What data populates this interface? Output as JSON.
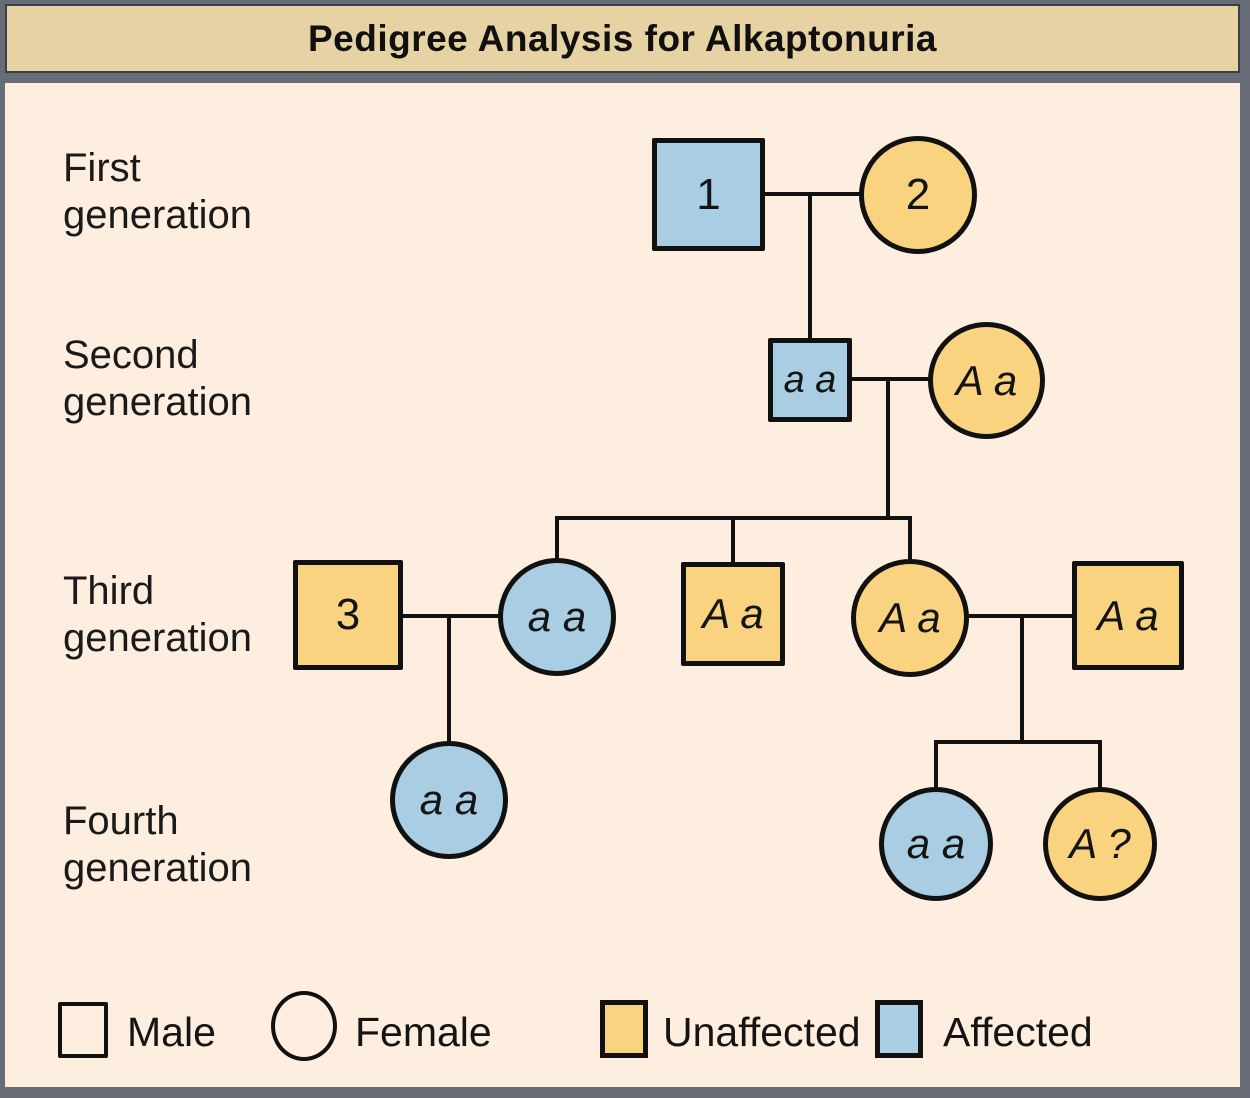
{
  "title": "Pedigree Analysis for Alkaptonuria",
  "generation_labels": [
    "First generation",
    "Second generation",
    "Third generation",
    "Fourth generation"
  ],
  "individuals": [
    {
      "id": "I-1",
      "label": "1",
      "sex": "male",
      "status": "affected"
    },
    {
      "id": "I-2",
      "label": "2",
      "sex": "female",
      "status": "unaffected"
    },
    {
      "id": "II-1",
      "label": "a a",
      "sex": "male",
      "status": "affected"
    },
    {
      "id": "II-2",
      "label": "A a",
      "sex": "female",
      "status": "unaffected"
    },
    {
      "id": "III-1",
      "label": "3",
      "sex": "male",
      "status": "unaffected"
    },
    {
      "id": "III-2",
      "label": "a a",
      "sex": "female",
      "status": "affected"
    },
    {
      "id": "III-3",
      "label": "A a",
      "sex": "male",
      "status": "unaffected"
    },
    {
      "id": "III-4",
      "label": "A a",
      "sex": "female",
      "status": "unaffected"
    },
    {
      "id": "III-5",
      "label": "A a",
      "sex": "male",
      "status": "unaffected"
    },
    {
      "id": "IV-1",
      "label": "a a",
      "sex": "female",
      "status": "affected"
    },
    {
      "id": "IV-2",
      "label": "a a",
      "sex": "female",
      "status": "affected"
    },
    {
      "id": "IV-3",
      "label": "A ?",
      "sex": "female",
      "status": "unaffected"
    }
  ],
  "legend": [
    {
      "label": "Male",
      "shape": "square",
      "fill": "none"
    },
    {
      "label": "Female",
      "shape": "circle",
      "fill": "none"
    },
    {
      "label": "Unaffected",
      "shape": "square",
      "fill": "unaffected"
    },
    {
      "label": "Affected",
      "shape": "square",
      "fill": "affected"
    }
  ],
  "colors": {
    "affected": "#a9cee3",
    "unaffected": "#f9d37f",
    "background": "#fdeee0",
    "titlebar": "#e6d2a2",
    "frame": "#686c77",
    "line": "#111111"
  }
}
